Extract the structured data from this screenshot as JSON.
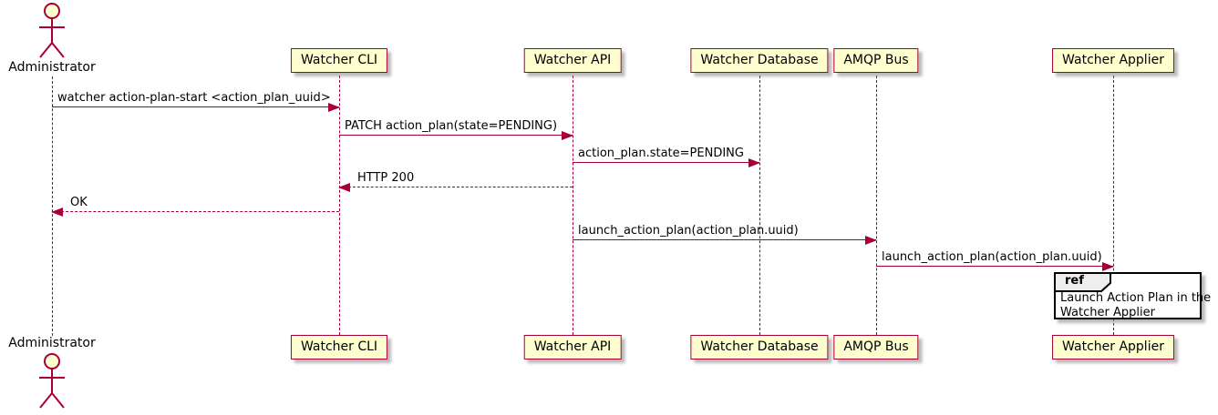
{
  "diagram_type": "uml-sequence",
  "actor": {
    "label": "Administrator"
  },
  "participants": [
    {
      "label": "Watcher CLI"
    },
    {
      "label": "Watcher API"
    },
    {
      "label": "Watcher Database"
    },
    {
      "label": "AMQP Bus"
    },
    {
      "label": "Watcher Applier"
    }
  ],
  "messages": [
    {
      "from": "Administrator",
      "to": "Watcher CLI",
      "style": "solid",
      "label": "watcher action-plan-start <action_plan_uuid>"
    },
    {
      "from": "Watcher CLI",
      "to": "Watcher API",
      "style": "solid",
      "label": "PATCH action_plan(state=PENDING)"
    },
    {
      "from": "Watcher API",
      "to": "Watcher Database",
      "style": "solid",
      "label": "action_plan.state=PENDING"
    },
    {
      "from": "Watcher API",
      "to": "Watcher CLI",
      "style": "reply",
      "label": "HTTP 200"
    },
    {
      "from": "Watcher CLI",
      "to": "Administrator",
      "style": "reply",
      "label": "OK"
    },
    {
      "from": "Watcher API",
      "to": "AMQP Bus",
      "style": "solid",
      "label": "launch_action_plan(action_plan.uuid)"
    },
    {
      "from": "AMQP Bus",
      "to": "Watcher Applier",
      "style": "solid",
      "label": "launch_action_plan(action_plan.uuid)"
    }
  ],
  "ref_fragment": {
    "keyword": "ref",
    "line1": "Launch Action Plan in the",
    "line2": "Watcher Applier"
  },
  "colors": {
    "accent": "#A80036",
    "participant_fill": "#FEFECE",
    "ref_tab_fill": "#EEEEEE",
    "text": "#000000",
    "background": "#FFFFFF"
  }
}
